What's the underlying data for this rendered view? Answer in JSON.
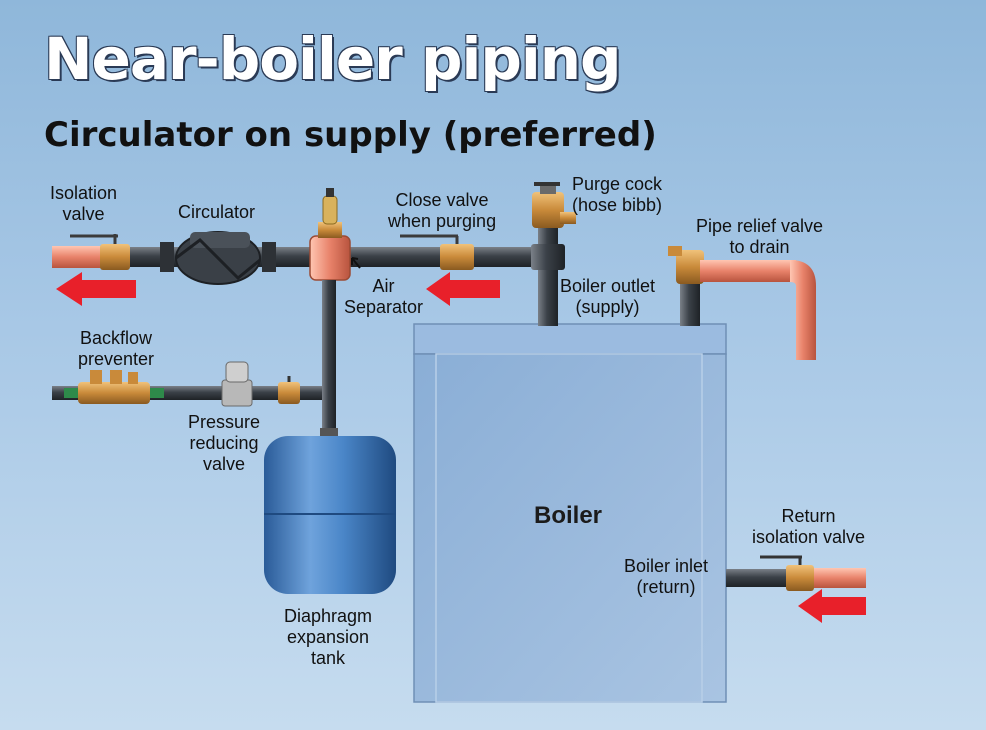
{
  "title": "Near-boiler piping",
  "subtitle": "Circulator on supply (preferred)",
  "labels": {
    "isolation_valve": [
      "Isolation",
      "valve"
    ],
    "circulator": "Circulator",
    "close_valve": [
      "Close valve",
      "when purging"
    ],
    "purge_cock": [
      "Purge cock",
      "(hose bibb)"
    ],
    "pipe_relief_valve": [
      "Pipe relief valve",
      "to drain"
    ],
    "air_separator": [
      "Air",
      "Separator"
    ],
    "boiler_outlet": [
      "Boiler outlet",
      "(supply)"
    ],
    "backflow_preventer": [
      "Backflow",
      "preventer"
    ],
    "pressure_reducing_valve": [
      "Pressure",
      "reducing",
      "valve"
    ],
    "expansion_tank": [
      "Diaphragm",
      "expansion",
      "tank"
    ],
    "boiler": "Boiler",
    "return_isolation_valve": [
      "Return",
      "isolation valve"
    ],
    "boiler_inlet": [
      "Boiler inlet",
      "(return)"
    ]
  },
  "colors": {
    "pipe": "#3b4148",
    "copper": "#e8826a",
    "brass": "#c98a3a",
    "flow_arrow": "#e8202a",
    "boiler_body": "#8eb0d6",
    "tank": "#3f78b8"
  }
}
